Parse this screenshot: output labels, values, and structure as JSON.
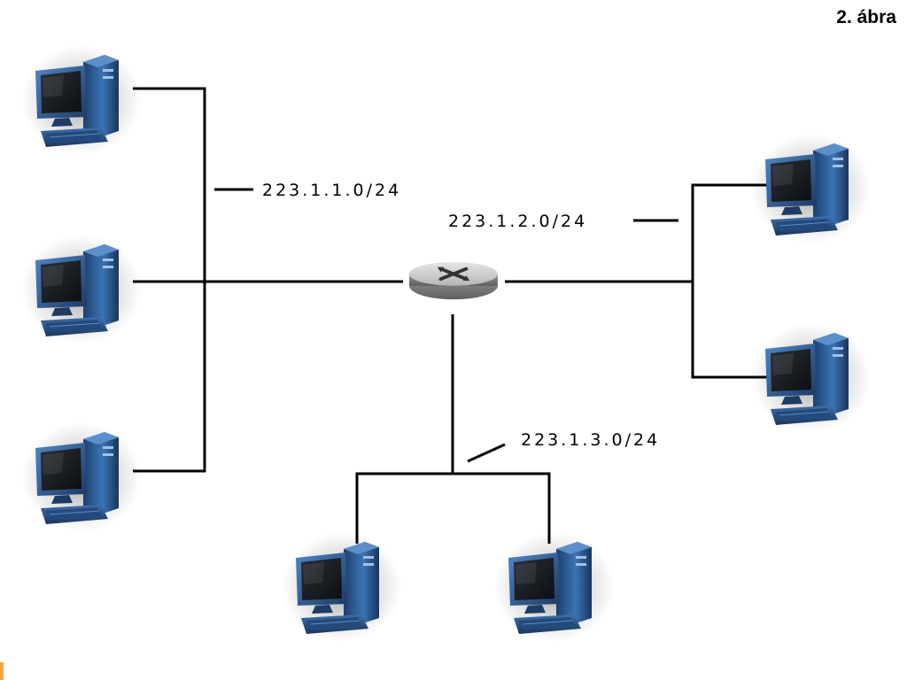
{
  "figure_label": "2. ábra",
  "subnets": [
    {
      "label": "223.1.1.0/24"
    },
    {
      "label": "223.1.2.0/24"
    },
    {
      "label": "223.1.3.0/24"
    }
  ],
  "icons": {
    "router": "router-icon",
    "host": "desktop-computer-icon"
  },
  "colors": {
    "computer_body": "#2e5f9a",
    "router_body": "#bdbdbd",
    "wire": "#000000"
  }
}
